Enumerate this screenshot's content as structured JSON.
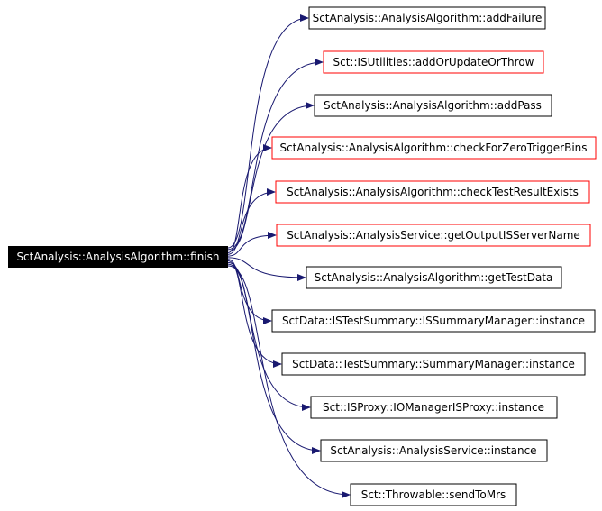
{
  "diagram": {
    "root": {
      "id": "finish",
      "label": "SctAnalysis::AnalysisAlgorithm::finish",
      "fill": "#000000",
      "text_color": "#ffffff"
    },
    "edge_color": "#191970",
    "nodes": [
      {
        "id": "addFailure",
        "label": "SctAnalysis::AnalysisAlgorithm::addFailure",
        "border": "#000000"
      },
      {
        "id": "addOrUpdateOrThrow",
        "label": "Sct::ISUtilities::addOrUpdateOrThrow",
        "border": "#ff0000"
      },
      {
        "id": "addPass",
        "label": "SctAnalysis::AnalysisAlgorithm::addPass",
        "border": "#000000"
      },
      {
        "id": "checkForZeroTriggerBins",
        "label": "SctAnalysis::AnalysisAlgorithm::checkForZeroTriggerBins",
        "border": "#ff0000"
      },
      {
        "id": "checkTestResultExists",
        "label": "SctAnalysis::AnalysisAlgorithm::checkTestResultExists",
        "border": "#ff0000"
      },
      {
        "id": "getOutputISServerName",
        "label": "SctAnalysis::AnalysisService::getOutputISServerName",
        "border": "#ff0000"
      },
      {
        "id": "getTestData",
        "label": "SctAnalysis::AnalysisAlgorithm::getTestData",
        "border": "#000000"
      },
      {
        "id": "ISSummaryManager_instance",
        "label": "SctData::ISTestSummary::ISSummaryManager::instance",
        "border": "#000000"
      },
      {
        "id": "SummaryManager_instance",
        "label": "SctData::TestSummary::SummaryManager::instance",
        "border": "#000000"
      },
      {
        "id": "IOManagerISProxy_instance",
        "label": "Sct::ISProxy::IOManagerISProxy::instance",
        "border": "#000000"
      },
      {
        "id": "AnalysisService_instance",
        "label": "SctAnalysis::AnalysisService::instance",
        "border": "#000000"
      },
      {
        "id": "sendToMrs",
        "label": "Sct::Throwable::sendToMrs",
        "border": "#000000"
      }
    ]
  }
}
